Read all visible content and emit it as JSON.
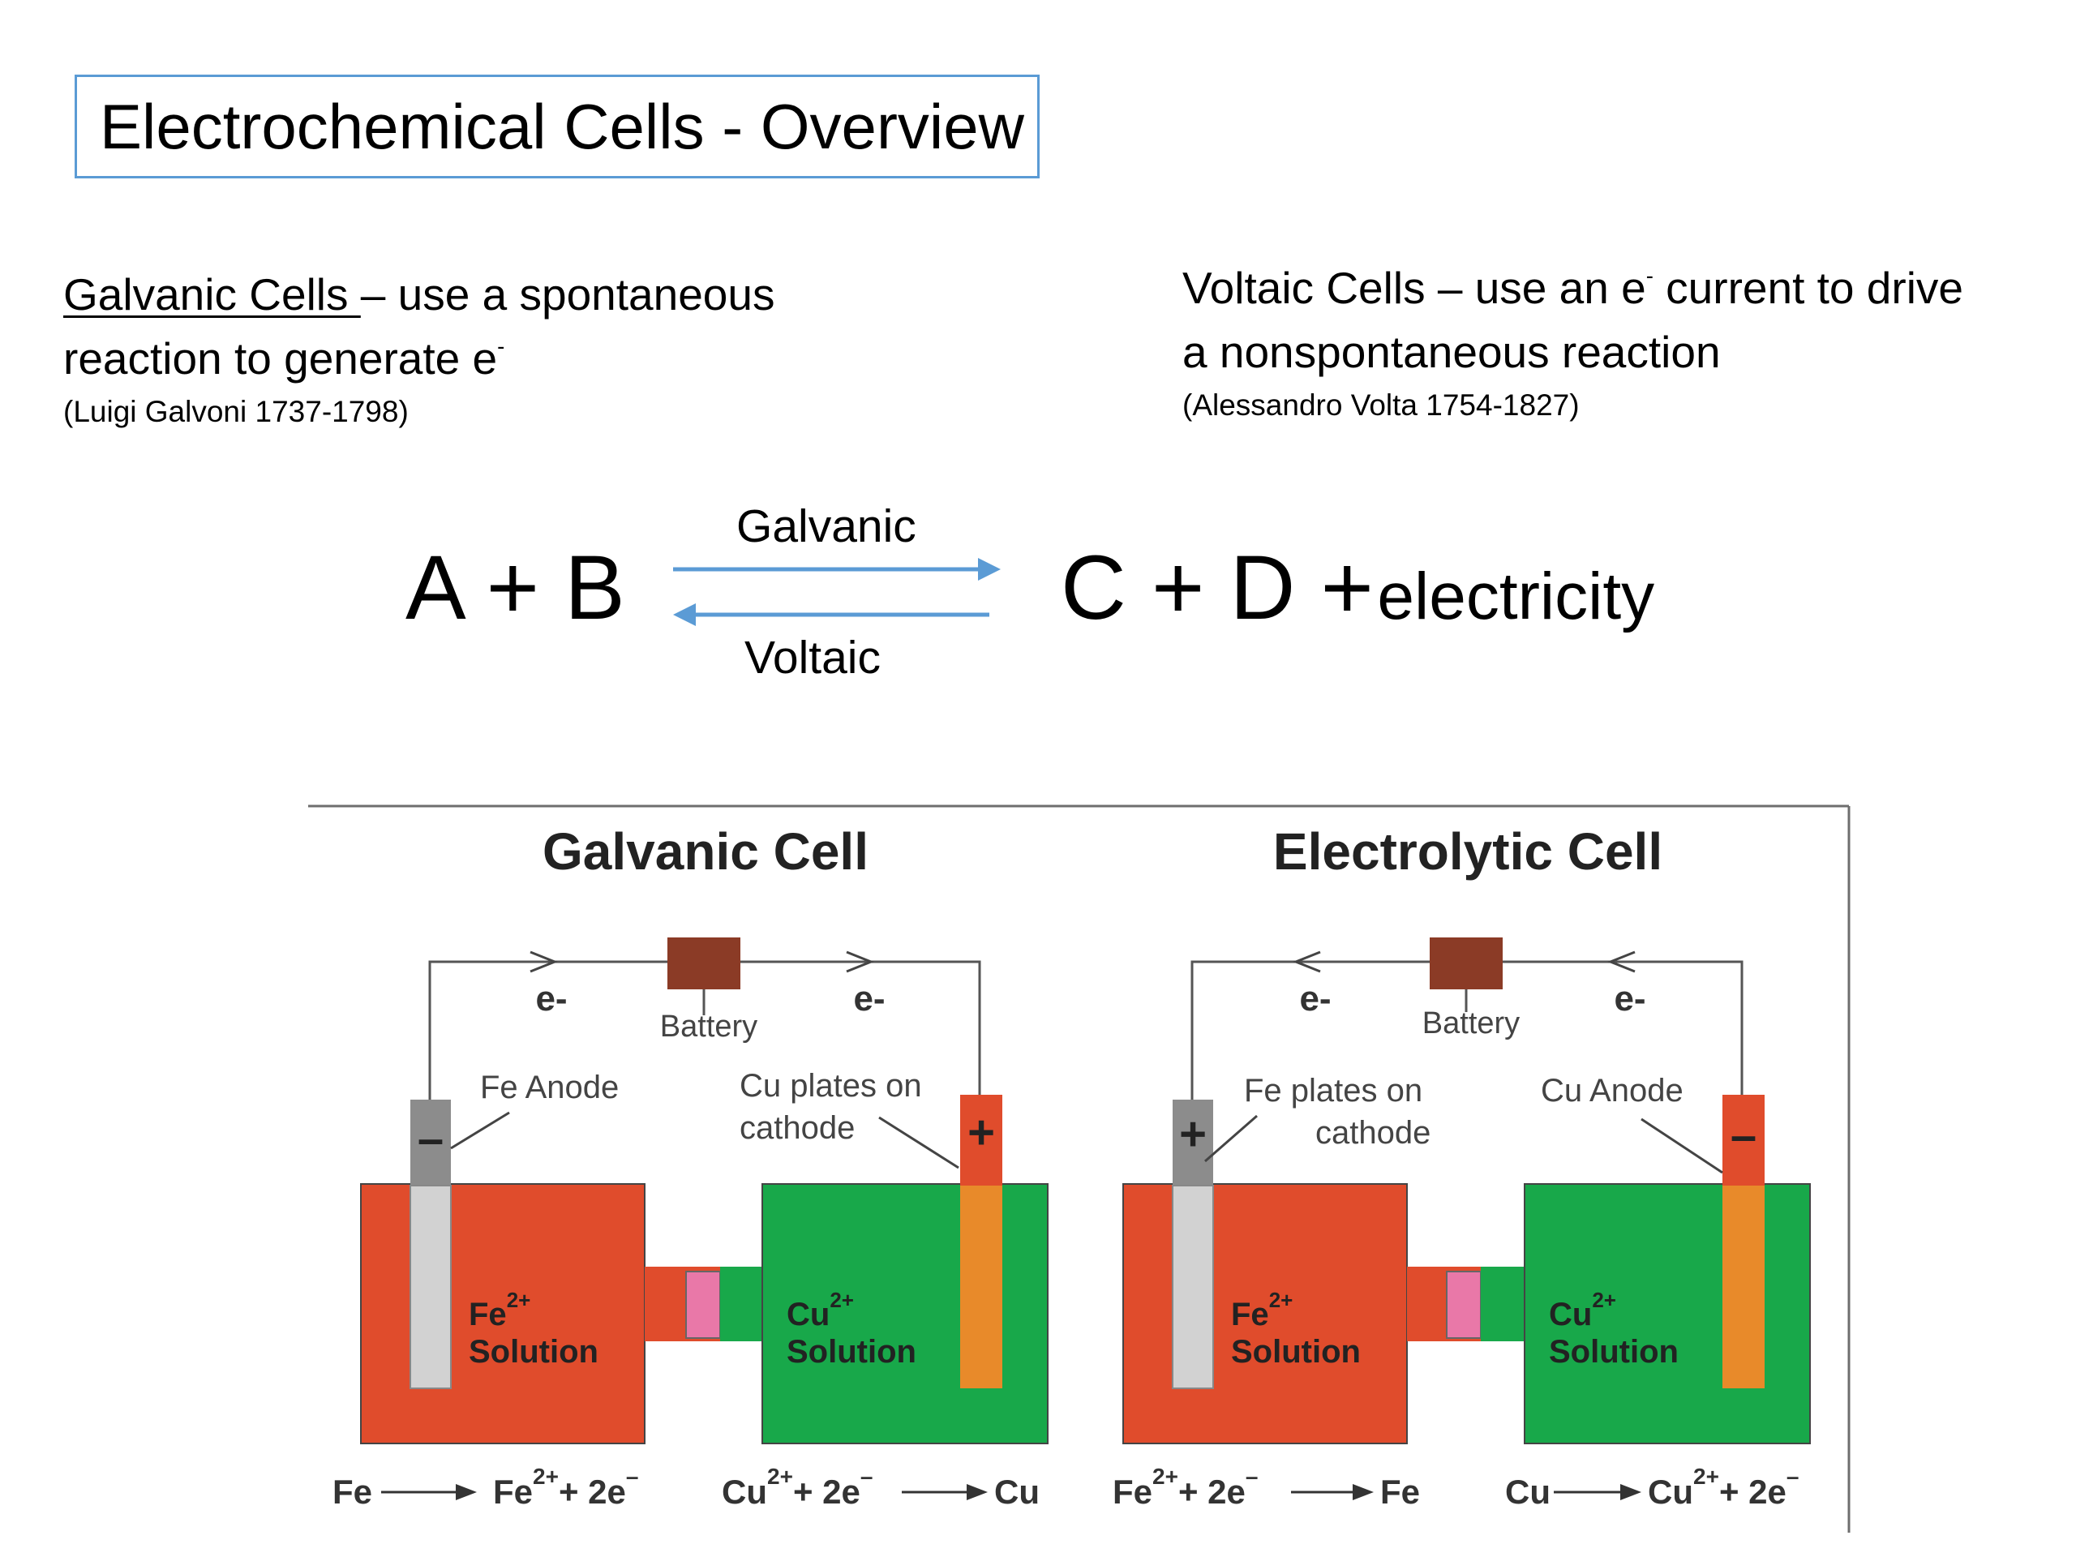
{
  "slide": {
    "title": "Electrochemical Cells - Overview"
  },
  "galvanic_def": {
    "term": "Galvanic Cells ",
    "rest": "– use a spontaneous",
    "line2": "reaction to generate e",
    "line2_sup": "-",
    "credit": "(Luigi Galvoni 1737-1798)"
  },
  "voltaic_def": {
    "line1_a": "Voltaic Cells – use an e",
    "line1_sup": "-",
    "line1_b": " current to drive",
    "line2": "a nonspontaneous reaction",
    "credit": "(Alessandro Volta 1754-1827)"
  },
  "equation": {
    "left": "A + B",
    "right": "C + D +",
    "right_small": "electricity",
    "forward_label": "Galvanic",
    "reverse_label": "Voltaic",
    "arrow_color": "#5b9bd5"
  },
  "diagram": {
    "colors": {
      "red_solution": "#e04c2c",
      "green_solution": "#18a84a",
      "battery": "#8b3b26",
      "iron": "#8c8c8c",
      "iron_rod": "#d2d2d2",
      "copper": "#e88a2a",
      "salt_bridge": "#e978a8",
      "wire": "#555555"
    },
    "galvanic": {
      "title": "Galvanic Cell",
      "battery_label": "Battery",
      "electron_label": "e-",
      "left_electrode_sign": "–",
      "right_electrode_sign": "+",
      "left_label": "Fe Anode",
      "right_label_1": "Cu plates on",
      "right_label_2": "cathode",
      "left_solution_ion": "Fe",
      "left_solution_charge": "2+",
      "right_solution_ion": "Cu",
      "right_solution_charge": "2+",
      "solution_word": "Solution",
      "left_reaction_from": "Fe",
      "left_reaction_to": "Fe",
      "left_reaction_to_charge": "2+",
      "left_reaction_tail": "+ 2e",
      "right_reaction_from": "Cu",
      "right_reaction_from_charge": "2+",
      "right_reaction_mid": "+ 2e",
      "right_reaction_to": "Cu"
    },
    "electrolytic": {
      "title": "Electrolytic Cell",
      "battery_label": "Battery",
      "electron_label": "e-",
      "left_electrode_sign": "+",
      "right_electrode_sign": "–",
      "left_label_1": "Fe plates on",
      "left_label_2": "cathode",
      "right_label": "Cu Anode",
      "left_solution_ion": "Fe",
      "left_solution_charge": "2+",
      "right_solution_ion": "Cu",
      "right_solution_charge": "2+",
      "solution_word": "Solution",
      "left_reaction_from": "Fe",
      "left_reaction_from_charge": "2+",
      "left_reaction_mid": "+ 2e",
      "left_reaction_to": "Fe",
      "right_reaction_from": "Cu",
      "right_reaction_to": "Cu",
      "right_reaction_to_charge": "2+",
      "right_reaction_tail": "+ 2e"
    }
  }
}
